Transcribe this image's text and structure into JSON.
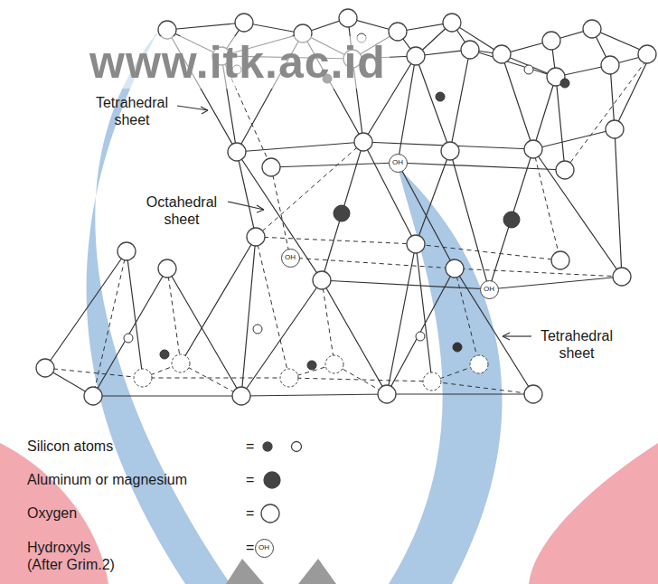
{
  "diagram": {
    "nodes": [
      {
        "text": [
          "OH"
        ]
      },
      {
        "text": [
          "OH"
        ]
      },
      {
        "text": [
          "OH"
        ]
      },
      {
        "text": [
          "OH"
        ]
      }
    ],
    "labels": [
      "www.itk.ac.id",
      "Tetrahedral sheet",
      "Octahedral sheet",
      "Tetrahedral sheet",
      "=",
      "=",
      "=",
      "="
    ],
    "legend": [
      {
        "text": "Silicon atoms"
      },
      {
        "text": "Aluminum or magnesium"
      },
      {
        "text": "Oxygen"
      },
      {
        "text": "Hydroxyls (After Grim.2)"
      }
    ]
  }
}
